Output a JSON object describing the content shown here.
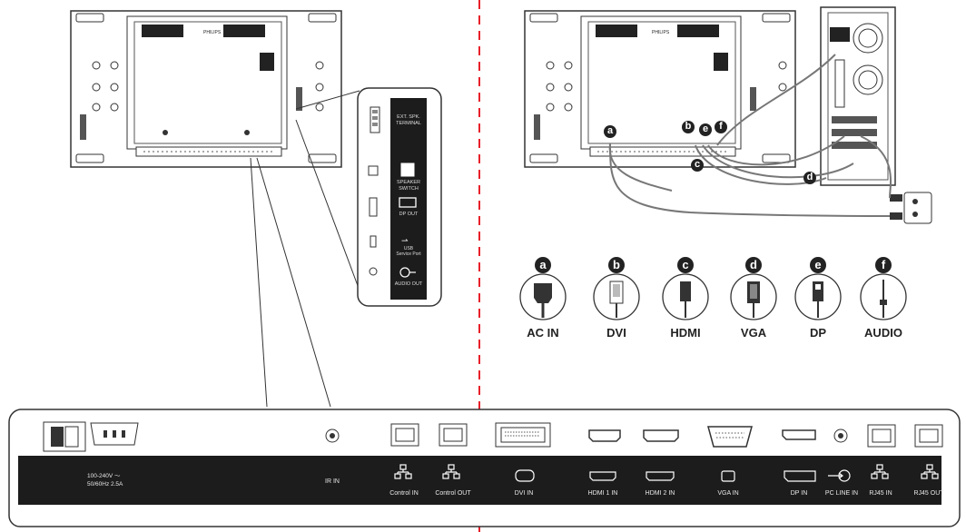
{
  "panel_labels": {
    "ext_spk_terminal_line1": "EXT. SPK.",
    "ext_spk_terminal_line2": "TERMINAL",
    "speaker_switch_line1": "SPEAKER",
    "speaker_switch_line2": "SWITCH",
    "dp_out": "DP OUT",
    "usb_line1": "USB",
    "usb_line2": "Service Port",
    "audio_out": "AUDIO OUT"
  },
  "bottom_bar": {
    "power_line1": "100-240V ～",
    "power_line2": "50/60Hz 2.5A",
    "ir_in": "IR IN",
    "control_in": "Control IN",
    "control_out": "Control OUT",
    "dvi_in": "DVI IN",
    "hdmi1_in": "HDMI 1 IN",
    "hdmi2_in": "HDMI 2 IN",
    "vga_in": "VGA IN",
    "dp_in": "DP IN",
    "pc_line_in": "PC LINE IN",
    "rj45_in": "RJ45 IN",
    "rj45_out": "RJ45 OUT"
  },
  "connectors": [
    {
      "letter": "a",
      "name": "AC IN"
    },
    {
      "letter": "b",
      "name": "DVI"
    },
    {
      "letter": "c",
      "name": "HDMI"
    },
    {
      "letter": "d",
      "name": "VGA"
    },
    {
      "letter": "e",
      "name": "DP"
    },
    {
      "letter": "f",
      "name": "AUDIO"
    }
  ],
  "colors": {
    "divider": "#e8202a",
    "bar": "#1c1c1c",
    "badge": "#222222"
  }
}
